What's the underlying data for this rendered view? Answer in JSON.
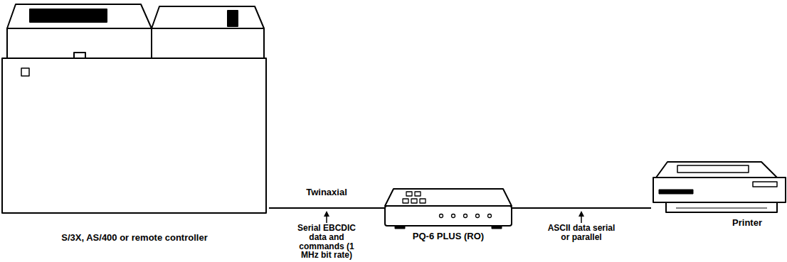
{
  "diagram": {
    "nodes": [
      {
        "text": [
          "S/3X, AS/400 or remote controller"
        ]
      },
      {
        "text": [
          "PQ-6 PLUS (RO)"
        ]
      },
      {
        "text": [
          "Printer"
        ]
      }
    ],
    "edges": [
      {
        "from": 0,
        "to": 1,
        "label": "Twinaxial",
        "arrow": "none"
      },
      {
        "from": 1,
        "to": 2,
        "arrow": "none"
      }
    ],
    "labels": [
      "Serial EBCDIC data and commands (1 MHz bit rate)",
      "ASCII data serial or parallel"
    ]
  }
}
